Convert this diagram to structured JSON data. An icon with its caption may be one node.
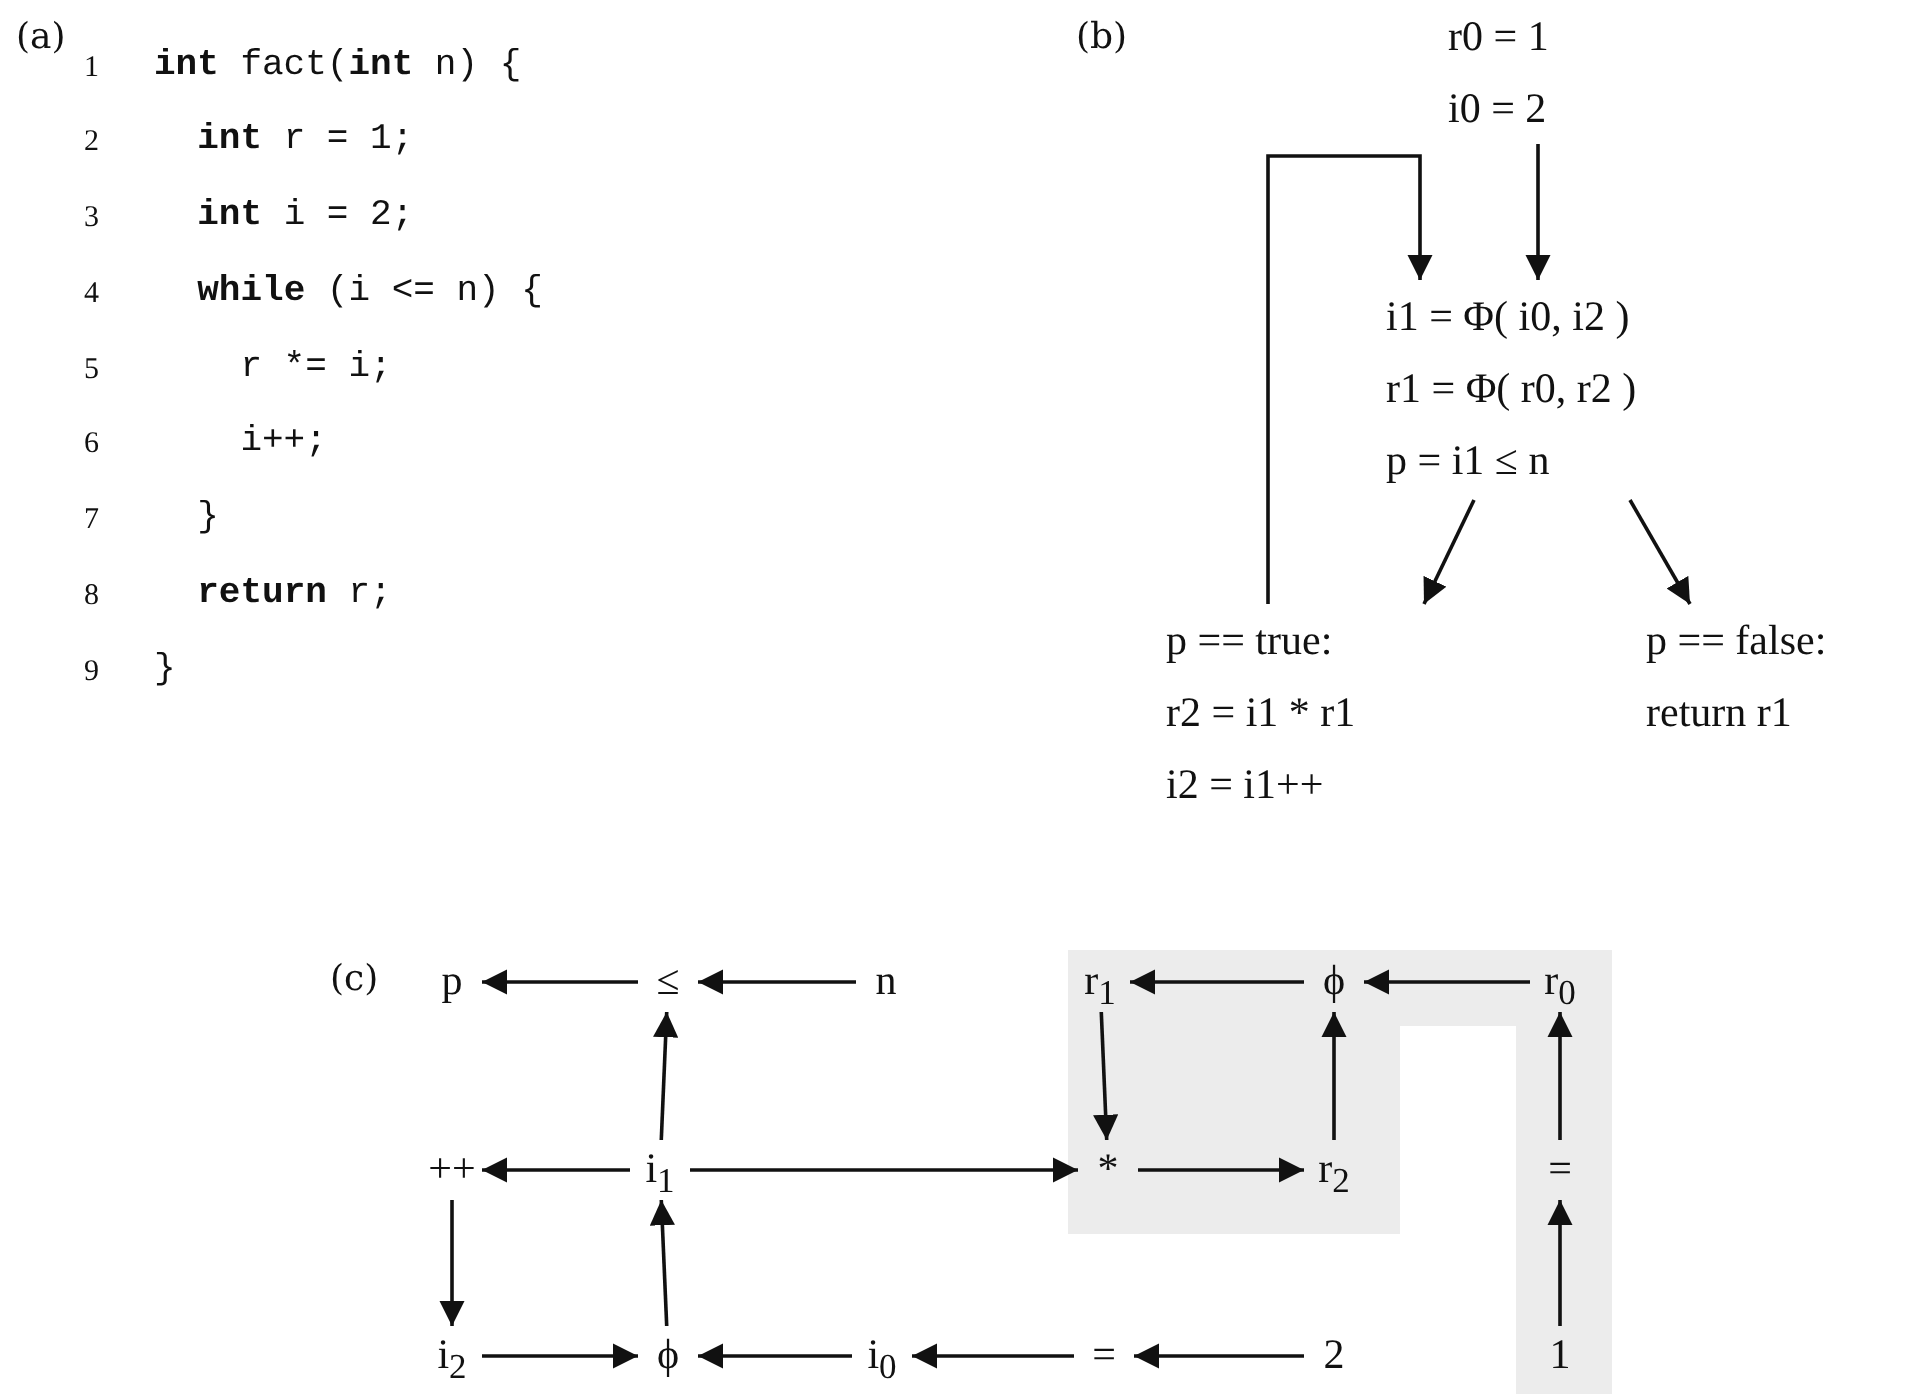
{
  "diagram": {
    "nodes": [
      {
        "text": [
          "r0 = 1",
          "i0 = 2"
        ]
      },
      {
        "text": [
          "i1 = Φ( i0, i2 )",
          "r1 = Φ( r0, r2 )",
          "p = i1 ≤ n"
        ]
      },
      {
        "text": [
          "p == true:",
          "r2 = i1 * r1",
          "i2 = i1++"
        ]
      },
      {
        "text": [
          "p == false:",
          "return r1"
        ]
      },
      {
        "text": [
          "p"
        ]
      },
      {
        "text": [
          "≤"
        ]
      },
      {
        "text": [
          "n"
        ]
      },
      {
        "text": [],
        "shape": "box"
      },
      {
        "text": [
          "r$_{1}$"
        ],
        "in": 7
      },
      {
        "text": [
          "ϕ"
        ],
        "in": 7
      },
      {
        "text": [
          "r$_{0}$"
        ],
        "in": 7
      },
      {
        "text": [
          "++"
        ]
      },
      {
        "text": [
          "i$_{1}$"
        ]
      },
      {
        "text": [
          "*"
        ],
        "in": 7
      },
      {
        "text": [
          "r$_{2}$"
        ],
        "in": 7
      },
      {
        "text": [
          "="
        ],
        "in": 7
      },
      {
        "text": [
          "i$_{2}$"
        ]
      },
      {
        "text": [
          "ϕ"
        ]
      },
      {
        "text": [
          "i$_{0}$"
        ]
      },
      {
        "text": [
          "="
        ]
      },
      {
        "text": [
          "2"
        ]
      },
      {
        "text": [
          "1"
        ],
        "in": 7
      }
    ],
    "edges": [
      {
        "from": 0,
        "to": 1,
        "arrow": "to"
      },
      {
        "from": 2,
        "to": 1,
        "arrow": "to"
      },
      {
        "from": 1,
        "to": 2,
        "arrow": "to"
      },
      {
        "from": 1,
        "to": 3,
        "arrow": "to"
      },
      {
        "from": 5,
        "to": 4,
        "arrow": "to"
      },
      {
        "from": 6,
        "to": 5,
        "arrow": "to"
      },
      {
        "from": 9,
        "to": 8,
        "arrow": "to"
      },
      {
        "from": 10,
        "to": 9,
        "arrow": "to"
      },
      {
        "from": 12,
        "to": 5,
        "arrow": "to"
      },
      {
        "from": 12,
        "to": 11,
        "arrow": "to"
      },
      {
        "from": 12,
        "to": 13,
        "arrow": "to"
      },
      {
        "from": 8,
        "to": 13,
        "arrow": "to"
      },
      {
        "from": 13,
        "to": 14,
        "arrow": "to"
      },
      {
        "from": 14,
        "to": 9,
        "arrow": "to"
      },
      {
        "from": 15,
        "to": 10,
        "arrow": "to"
      },
      {
        "from": 11,
        "to": 16,
        "arrow": "to"
      },
      {
        "from": 16,
        "to": 17,
        "arrow": "to"
      },
      {
        "from": 17,
        "to": 12,
        "arrow": "to"
      },
      {
        "from": 18,
        "to": 17,
        "arrow": "to"
      },
      {
        "from": 19,
        "to": 18,
        "arrow": "to"
      },
      {
        "from": 20,
        "to": 19,
        "arrow": "to"
      },
      {
        "from": 21,
        "to": 15,
        "arrow": "to"
      }
    ],
    "labels": [
      "(a)",
      "(b)",
      "1",
      "**int** fact(**int** n) {",
      "2",
      "  **int** r = 1;",
      "3",
      "  **int** i = 2;",
      "4",
      "  **while** (i <= n) {",
      "5",
      "    r *= i;",
      "6",
      "    i++;",
      "7",
      "  }",
      "8",
      "  **return** r;",
      "9",
      "}",
      "(c)"
    ]
  }
}
